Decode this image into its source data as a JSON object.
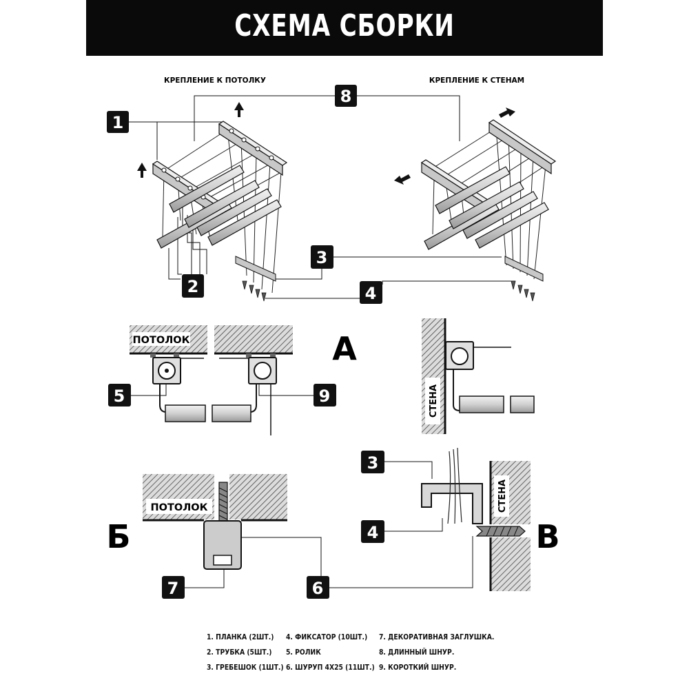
{
  "title": "СХЕМА СБОРКИ",
  "captions": {
    "ceiling_mount": "КРЕПЛЕНИЕ К ПОТОЛКУ",
    "wall_mount": "КРЕПЛЕНИЕ К СТЕНАМ"
  },
  "section_letters": {
    "a": "А",
    "b": "Б",
    "v": "В"
  },
  "surface_labels": {
    "ceiling_a": "ПОТОЛОК",
    "ceiling_b": "ПОТОЛОК",
    "wall_a": "СТЕНА",
    "wall_v": "СТЕНА"
  },
  "callouts": {
    "n1": "1",
    "n2": "2",
    "n3a": "3",
    "n4a": "4",
    "n5": "5",
    "n6": "6",
    "n7": "7",
    "n8": "8",
    "n9": "9",
    "n3b": "3",
    "n4b": "4"
  },
  "legend": {
    "col1": [
      "1. ПЛАНКА (2ШТ.)",
      "2. ТРУБКА (5ШТ.)",
      "3. ГРЕБЕШОК (1ШТ.)"
    ],
    "col2": [
      "4. ФИКСАТОР (10ШТ.)",
      "5. РОЛИК",
      "6. ШУРУП 4Х25 (11ШТ.)"
    ],
    "col3": [
      "7. ДЕКОРАТИВНАЯ ЗАГЛУШКА.",
      "8. ДЛИННЫЙ ШНУР.",
      "9. КОРОТКИЙ ШНУР."
    ]
  },
  "colors": {
    "ink": "#111111",
    "header_bg": "#0a0a0a",
    "metal": "#b9b9b9",
    "tube_light": "#e6e6e6",
    "hatch": "#555555"
  }
}
